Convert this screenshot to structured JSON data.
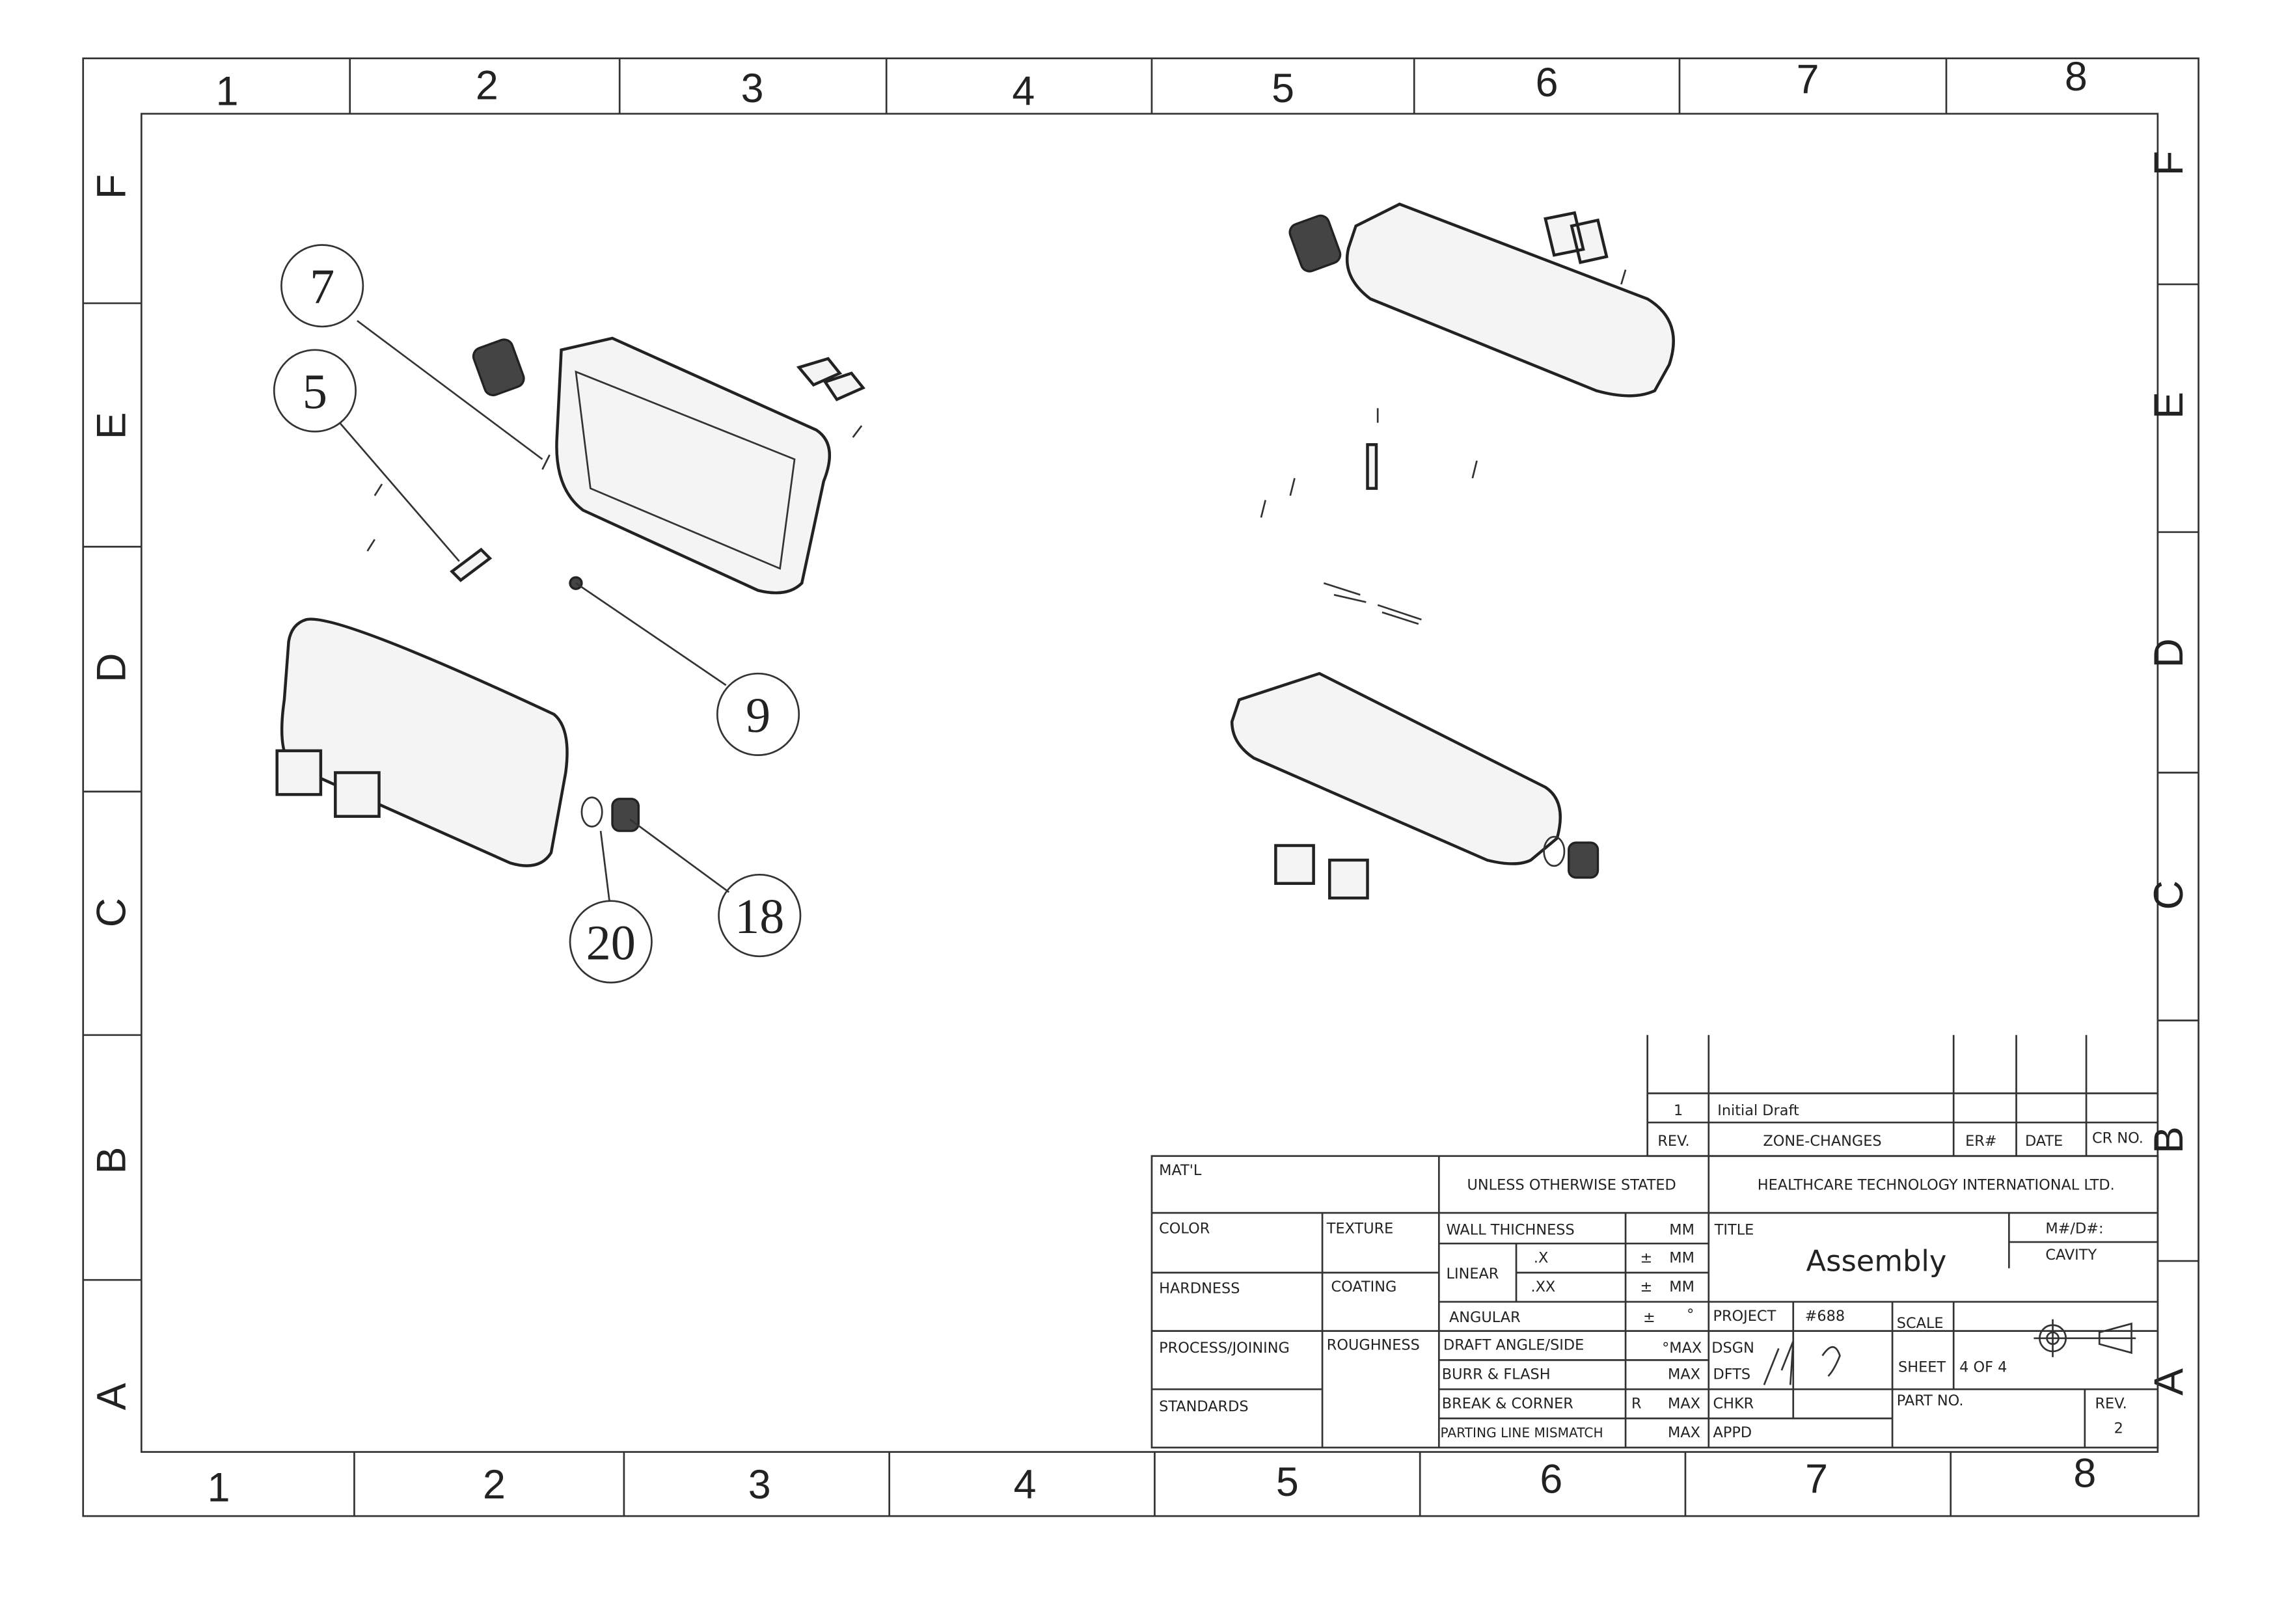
{
  "zones": {
    "columns": [
      "1",
      "2",
      "3",
      "4",
      "5",
      "6",
      "7",
      "8"
    ],
    "rows": [
      "F",
      "E",
      "D",
      "C",
      "B",
      "A"
    ]
  },
  "balloons": [
    "7",
    "5",
    "9",
    "18",
    "20"
  ],
  "revision_block": {
    "rows": [
      {
        "rev": "1",
        "change": "Initial Draft"
      }
    ],
    "headers": {
      "rev": "REV.",
      "zone_changes": "ZONE-CHANGES",
      "er": "ER#",
      "date": "DATE",
      "cr": "CR NO."
    }
  },
  "title_block": {
    "matl": "MAT'L",
    "color": "COLOR",
    "texture": "TEXTURE",
    "hardness": "HARDNESS",
    "coating": "COATING",
    "process": "PROCESS/JOINING",
    "roughness": "ROUGHNESS",
    "standards": "STANDARDS",
    "unless": "UNLESS OTHERWISE STATED",
    "company": "HEALTHCARE TECHNOLOGY INTERNATIONAL LTD.",
    "wall": "WALL THICHNESS",
    "mm": "MM",
    "linear": "LINEAR",
    "x": ".X",
    "xx": ".XX",
    "pm": "±",
    "angular": "ANGULAR",
    "deg": "°",
    "draft": "DRAFT ANGLE/SIDE",
    "draft_max": "°MAX",
    "burr": "BURR & FLASH",
    "max": "MAX",
    "break": "BREAK & CORNER",
    "r": "R",
    "parting": "PARTING LINE MISMATCH",
    "title_label": "TITLE",
    "title": "Assembly",
    "md": "M#/D#:",
    "cavity": "CAVITY",
    "project_label": "PROJECT",
    "project": "#688",
    "scale": "SCALE",
    "sheet_label": "SHEET",
    "sheet": "4 OF 4",
    "dsgn": "DSGN",
    "dfts": "DFTS",
    "chkr": "CHKR",
    "appd": "APPD",
    "part_no": "PART NO.",
    "rev_label": "REV.",
    "rev": "2"
  }
}
